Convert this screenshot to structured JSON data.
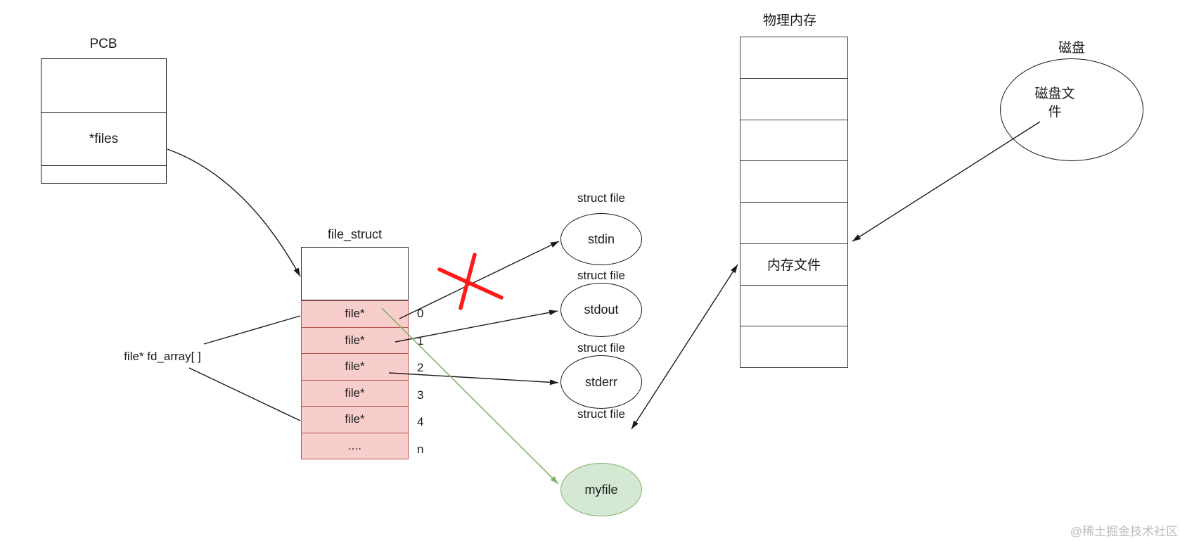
{
  "pcb": {
    "label": "PCB",
    "field": "*files"
  },
  "fd_array": {
    "label": "file* fd_array[ ]"
  },
  "file_struct": {
    "label": "file_struct",
    "rows": [
      {
        "value": "file*",
        "index": "0"
      },
      {
        "value": "file*",
        "index": "1"
      },
      {
        "value": "file*",
        "index": "2"
      },
      {
        "value": "file*",
        "index": "3"
      },
      {
        "value": "file*",
        "index": "4"
      },
      {
        "value": "....",
        "index": "n"
      }
    ]
  },
  "io": {
    "labels": [
      "struct file",
      "struct file",
      "struct file",
      "struct file"
    ],
    "stdin": "stdin",
    "stdout": "stdout",
    "stderr": "stderr"
  },
  "myfile": {
    "label": "myfile"
  },
  "memory": {
    "label": "物理内存",
    "cell": "内存文件"
  },
  "disk": {
    "label": "磁盘",
    "cell": "磁盘文件"
  },
  "watermark": "@稀土掘金技术社区",
  "colors": {
    "pink-fill": "#f8cecc",
    "pink-border": "#b85450",
    "green-fill": "#d5e8d4",
    "green-border": "#82b366",
    "cross-red": "#ff1a1a",
    "line": "#1a1a1a",
    "watermark": "#bdbdbd"
  }
}
